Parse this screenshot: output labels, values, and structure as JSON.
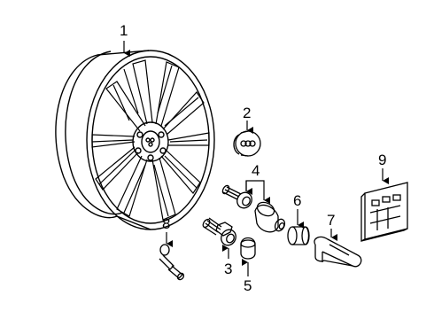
{
  "diagram": {
    "callouts": {
      "c1": "1",
      "c2": "2",
      "c3": "3",
      "c4": "4",
      "c5": "5",
      "c6": "6",
      "c7": "7",
      "c8": "8",
      "c9": "9"
    },
    "parts": [
      {
        "callout": "1",
        "icon": "alloy-wheel-icon"
      },
      {
        "callout": "2",
        "icon": "center-cap-icon"
      },
      {
        "callout": "3",
        "icon": "wheel-bolt-icon"
      },
      {
        "callout": "4",
        "icon": "locking-bolt-set-icon"
      },
      {
        "callout": "5",
        "icon": "bolt-cap-icon"
      },
      {
        "callout": "6",
        "icon": "adapter-icon"
      },
      {
        "callout": "7",
        "icon": "removal-tool-icon"
      },
      {
        "callout": "8",
        "icon": "valve-stem-icon"
      },
      {
        "callout": "9",
        "icon": "code-card-icon"
      }
    ],
    "colors": {
      "line": "#000000",
      "background": "#ffffff"
    }
  }
}
